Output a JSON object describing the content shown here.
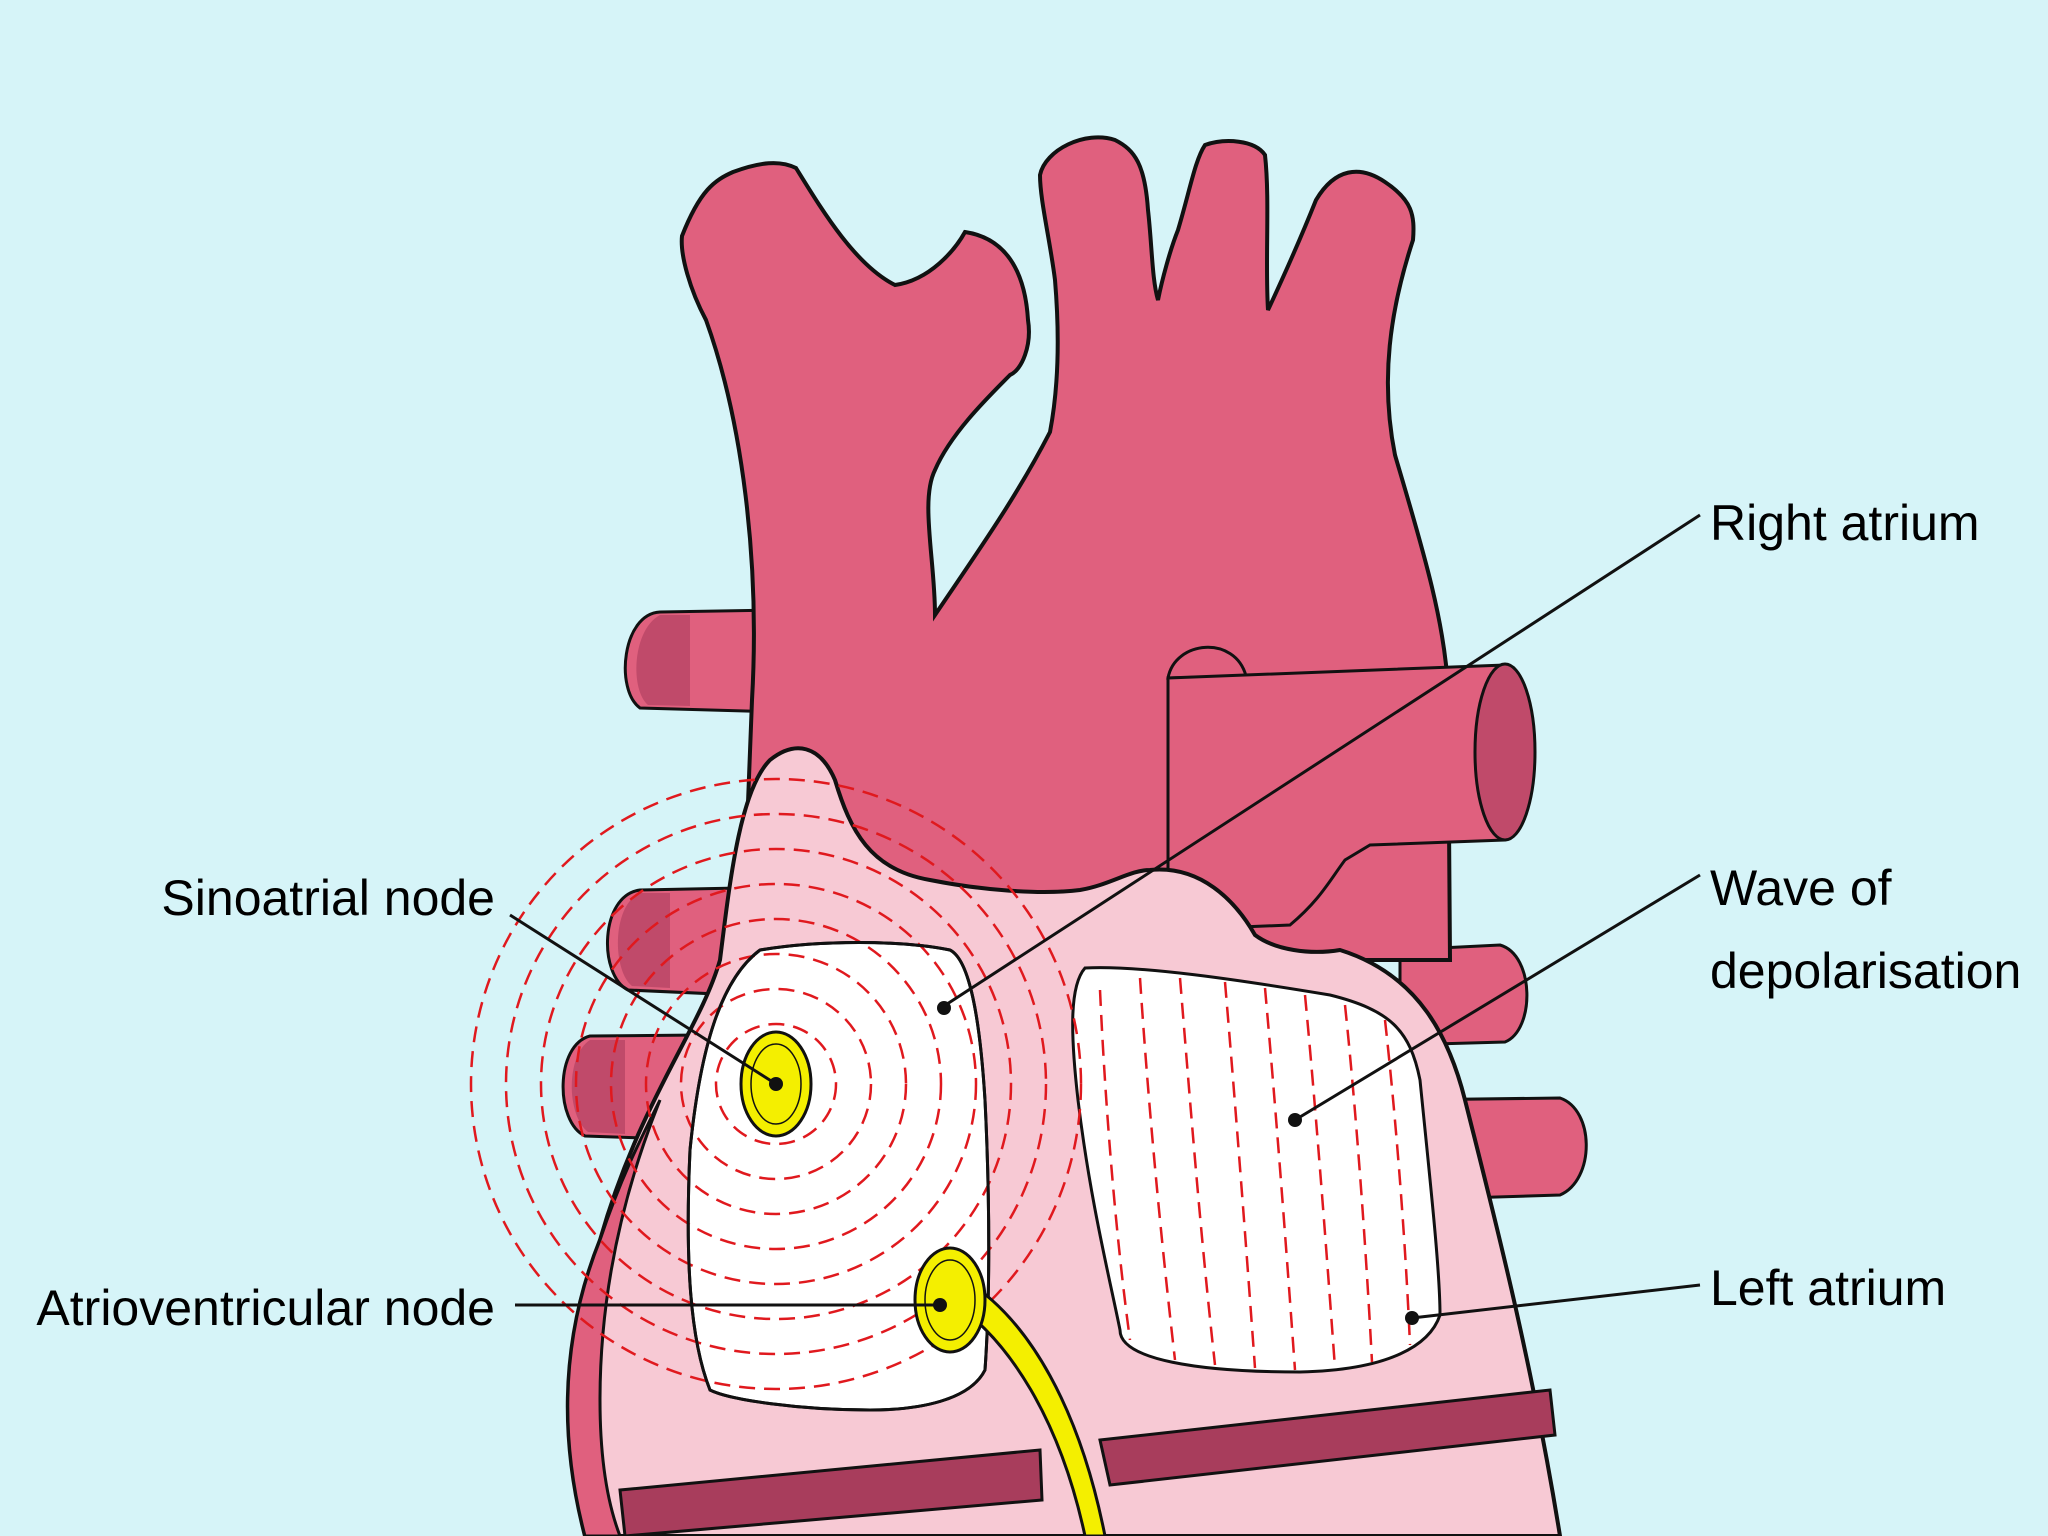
{
  "labels": {
    "right_atrium": "Right atrium",
    "wave_line1": "Wave of",
    "wave_line2": "depolarisation",
    "left_atrium": "Left atrium",
    "sinoatrial_node": "Sinoatrial node",
    "atrioventricular_node": "Atrioventricular node"
  },
  "colors": {
    "background": "#d6f4f8",
    "heart_red": "#e0607e",
    "heart_dark": "#b84563",
    "atrium_pink": "#f7c9d4",
    "chamber_white": "#ffffff",
    "wave_red": "#e0191e",
    "node_yellow": "#f4ef00",
    "band_maroon": "#a83d5c"
  }
}
